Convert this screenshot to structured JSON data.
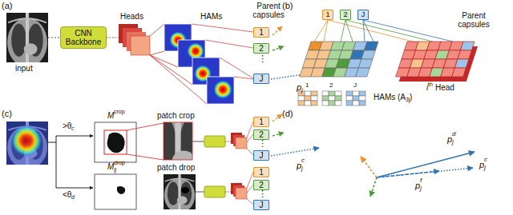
{
  "diagram": {
    "nodes": [
      {
        "text": [
          "CNN Backbone"
        ]
      },
      {
        "text": [
          "1"
        ]
      },
      {
        "text": [
          "2"
        ]
      },
      {
        "text": [
          "J"
        ]
      },
      {
        "text": [
          "1"
        ]
      },
      {
        "text": [
          "2"
        ]
      },
      {
        "text": [
          "J"
        ]
      },
      {
        "text": [
          "1"
        ]
      },
      {
        "text": [
          "2"
        ]
      },
      {
        "text": [
          "J"
        ]
      },
      {
        "text": [
          "1"
        ]
      },
      {
        "text": [
          "2"
        ]
      },
      {
        "text": [
          "J"
        ]
      }
    ],
    "labels": [
      "(a)",
      "input",
      "Heads",
      "HAMs",
      "Parent capsules",
      "⋮",
      "p",
      "j",
      "(b)",
      "Parent capsules",
      "1",
      "2",
      "J",
      "HAMs (A",
      "3j",
      ")",
      "i",
      "th",
      "Head",
      "(c)",
      ">θ",
      "c",
      "<θ",
      "d",
      "M",
      "crop",
      "patch crop",
      "M",
      "drop",
      "ij",
      "patch drop",
      "⋮",
      "⋮",
      "p",
      "c",
      "j",
      "(d)",
      "p",
      "d",
      "j",
      "p",
      "c",
      "j",
      "p",
      "f",
      "j"
    ]
  }
}
